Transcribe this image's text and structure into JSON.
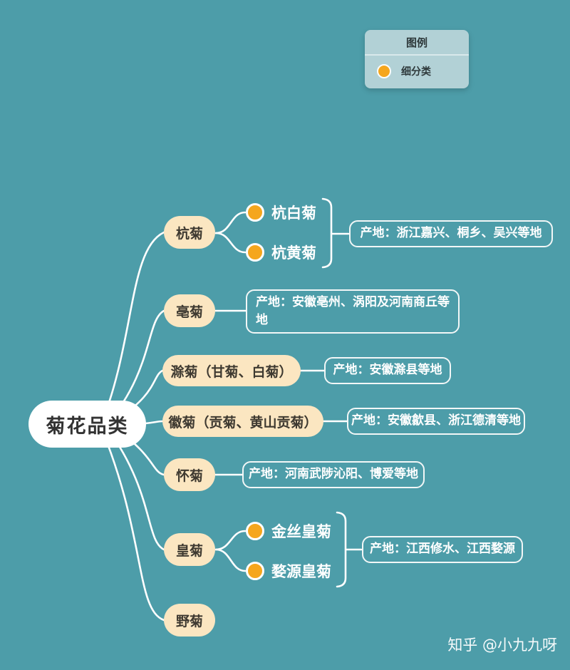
{
  "title": "菊花品类思维导图",
  "colors": {
    "background": "#4D9DA9",
    "branch_node_fill": "#FBE6C1",
    "root_node_fill": "#FFFFFF",
    "subcategory_dot": "#F5A61D",
    "connector_line": "#FFFFFF",
    "legend_fill": "#B2D1D6",
    "node_text": "#3E3930"
  },
  "legend": {
    "title": "图例",
    "items": [
      {
        "icon": "orange-dot",
        "label": "细分类"
      }
    ]
  },
  "root": {
    "label": "菊花品类"
  },
  "branches": [
    {
      "label": "杭菊",
      "children": [
        {
          "label": "杭白菊"
        },
        {
          "label": "杭黄菊"
        }
      ],
      "origin": "产地：浙江嘉兴、桐乡、吴兴等地"
    },
    {
      "label": "亳菊",
      "origin": "产地：安徽亳州、涡阳及河南商丘等地"
    },
    {
      "label": "滁菊（甘菊、白菊）",
      "origin": "产地：安徽滁县等地"
    },
    {
      "label": "徽菊（贡菊、黄山贡菊）",
      "origin": "产地：安徽歙县、浙江德清等地"
    },
    {
      "label": "怀菊",
      "origin": "产地：河南武陟沁阳、博爱等地"
    },
    {
      "label": "皇菊",
      "children": [
        {
          "label": "金丝皇菊"
        },
        {
          "label": "婺源皇菊"
        }
      ],
      "origin": "产地：江西修水、江西婺源"
    },
    {
      "label": "野菊"
    }
  ],
  "watermark": "知乎 @小九九呀"
}
